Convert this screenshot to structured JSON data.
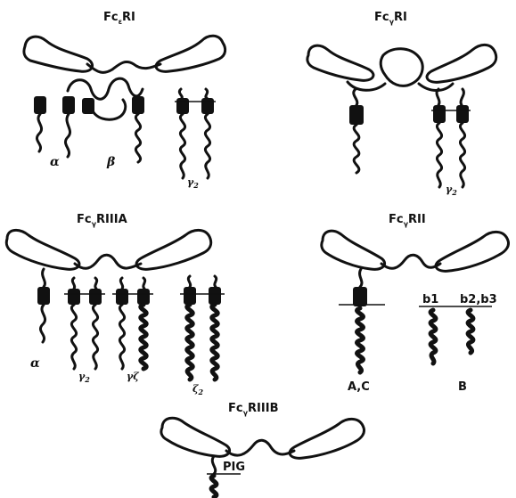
{
  "panels": {
    "fceri": {
      "title_main": "Fc",
      "title_sub": "ε",
      "title_end": "RI",
      "labels": {
        "alpha": "α",
        "beta": "β",
        "gamma2": "γ",
        "gamma2_sub": "2"
      }
    },
    "fcgri": {
      "title_main": "Fc",
      "title_sub": "γ",
      "title_end": "RI",
      "labels": {
        "gamma2": "γ",
        "gamma2_sub": "2"
      }
    },
    "fcgriiia": {
      "title_main": "Fc",
      "title_sub": "γ",
      "title_end": "RIIIA",
      "labels": {
        "alpha": "α",
        "gamma2": "γ",
        "gamma2_sub": "2",
        "gamma_zeta": "γζ",
        "zeta2": "ζ",
        "zeta2_sub": "2"
      }
    },
    "fcgrii": {
      "title_main": "Fc",
      "title_sub": "γ",
      "title_end": "RII",
      "labels": {
        "ac": "A,C",
        "b1": "b1",
        "b2b3": "b2,b3",
        "b": "B"
      }
    },
    "fcgriiib": {
      "title_main": "Fc",
      "title_sub": "γ",
      "title_end": "RIIIB",
      "labels": {
        "pig": "PIG"
      }
    }
  }
}
